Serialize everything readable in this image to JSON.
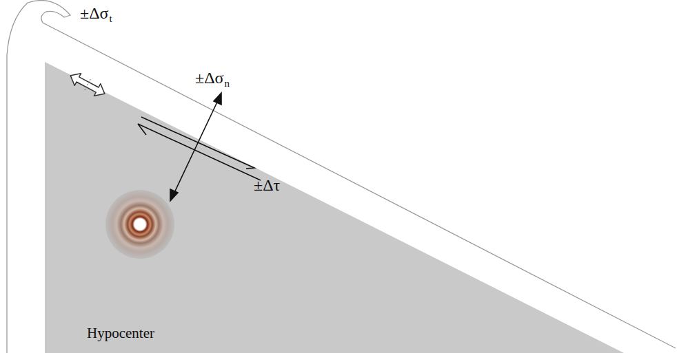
{
  "diagram": {
    "labels": [
      "±Δσ",
      "t",
      "±Δσ",
      "n",
      "±Δτ",
      "Hypocenter"
    ]
  }
}
